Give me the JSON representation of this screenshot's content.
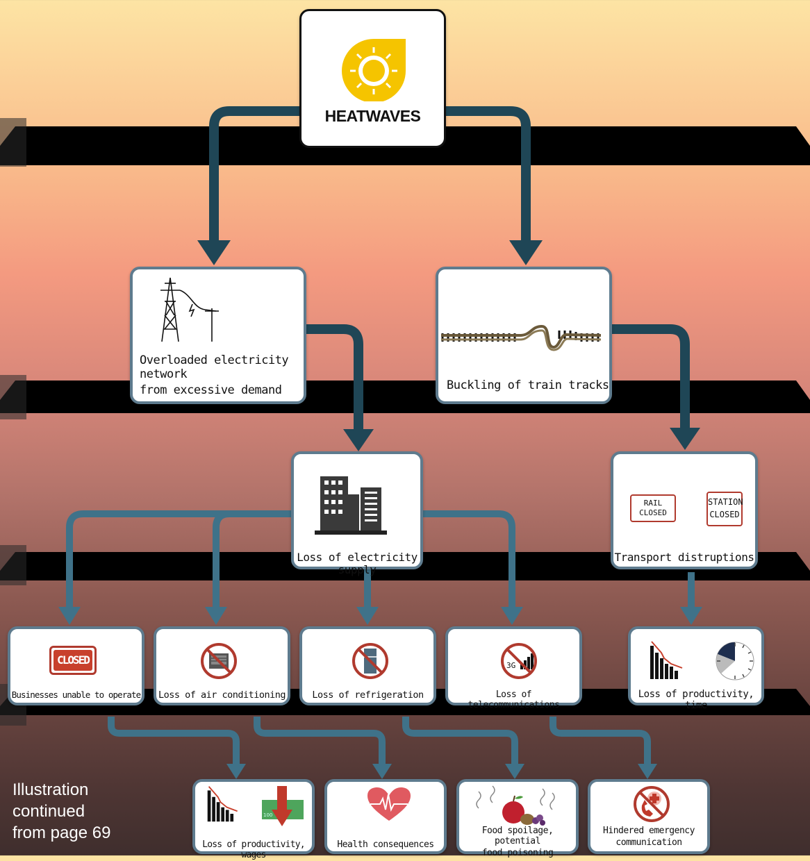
{
  "title": "HEATWAVES",
  "level1": {
    "electricity": "Overloaded electricity network from excessive demand",
    "electricity_line1": "Overloaded electricity network",
    "electricity_line2": "from excessive demand",
    "tracks": "Buckling of train tracks"
  },
  "level2": {
    "supply": "Loss of electricity supply",
    "transport": "Transport distruptions",
    "rail_sign_line1": "RAIL",
    "rail_sign_line2": "CLOSED",
    "station_sign_line1": "STATION",
    "station_sign_line2": "CLOSED"
  },
  "level3": {
    "businesses": "Businesses unable to operate",
    "closed_sign": "CLOSED",
    "aircon": "Loss of air conditioning",
    "refrigeration": "Loss of refrigeration",
    "telecom": "Loss of telecommunications",
    "telecom_badge": "3G",
    "productivity_time": "Loss of productivity, time"
  },
  "level4": {
    "productivity_wages": "Loss of productivity, wages",
    "money_label": "100",
    "health": "Health consequences",
    "food_line1": "Food spoilage, potential",
    "food_line2": "food poisoning",
    "emergency_line1": "Hindered emergency",
    "emergency_line2": "communication"
  },
  "caption": {
    "line1": "Illustration",
    "line2": "continued",
    "line3": "from page 69"
  },
  "colors": {
    "connector": "#1f4656",
    "connector_light": "#3f7289",
    "box_border": "#5e7b8e",
    "sun": "#f5c400",
    "no_sign": "#b03a2e",
    "band": "#000000"
  }
}
